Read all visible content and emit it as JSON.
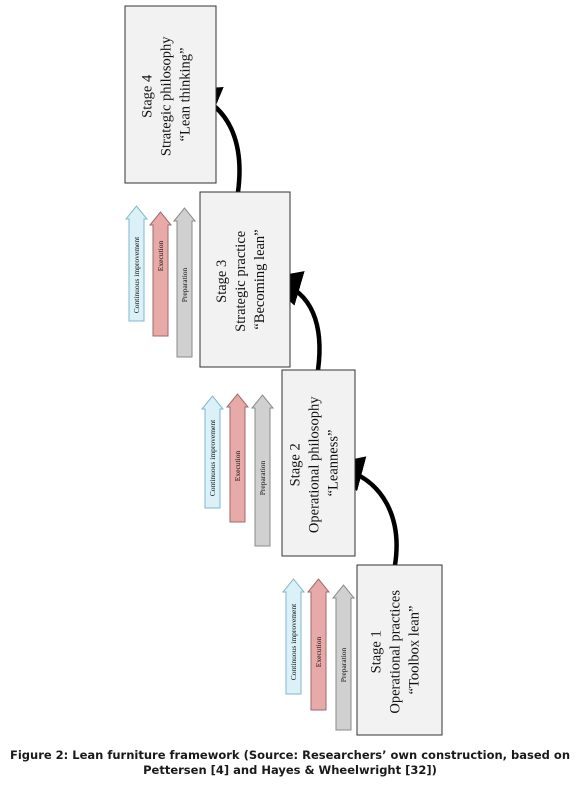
{
  "stages": [
    {
      "lines": [
        "Stage 1",
        "Operational practices",
        "“Toolbox lean”"
      ]
    },
    {
      "lines": [
        "Stage 2",
        "Operational philosophy",
        "“Leanness”"
      ]
    },
    {
      "lines": [
        "Stage 3",
        "Strategic practice",
        "“Becoming lean”"
      ]
    },
    {
      "lines": [
        "Stage 4",
        "Strategic philosophy",
        "“Lean thinking”"
      ]
    }
  ],
  "arrow_labels": {
    "continuous_improvement": "Continuous improvement",
    "execution": "Execution",
    "preparation": "Preparation"
  },
  "colors": {
    "continuous_improvement": "#d9f1f7",
    "continuous_improvement_stroke": "#7fb8cc",
    "execution": "#e8a9a9",
    "execution_stroke": "#9e6a6a",
    "preparation": "#d0d0d0",
    "preparation_stroke": "#8a8a8a",
    "box_fill": "#f2f2f2"
  },
  "caption": {
    "line1": "Figure 2: Lean furniture framework (Source: Researchers’ own construction, based on",
    "line2": "Pettersen [4] and Hayes & Wheelwright [32])"
  }
}
